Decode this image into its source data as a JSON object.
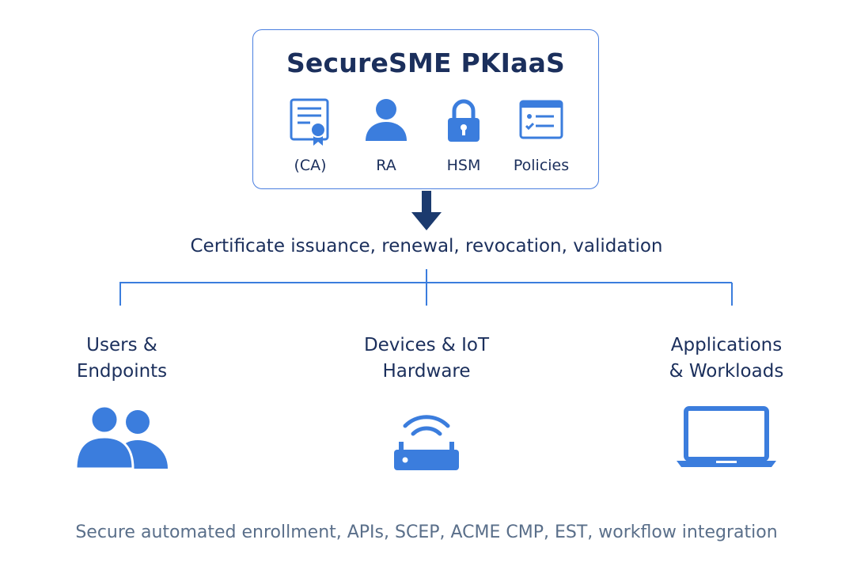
{
  "platform": {
    "title": "SecureSME PKIaaS",
    "components": [
      {
        "label": "(CA)",
        "icon": "certificate-icon"
      },
      {
        "label": "RA",
        "icon": "user-icon"
      },
      {
        "label": "HSM",
        "icon": "lock-icon"
      },
      {
        "label": "Policies",
        "icon": "policy-list-icon"
      }
    ]
  },
  "flow": {
    "label": "Certificate issuance, renewal, revocation, validation"
  },
  "targets": [
    {
      "title": "Users &\nEndpoints",
      "icon": "users-icon"
    },
    {
      "title": "Devices & IoT\nHardware",
      "icon": "router-icon"
    },
    {
      "title": "Applications\n& Workloads",
      "icon": "laptop-icon"
    }
  ],
  "footer": "Secure automated enrollment, APIs, SCEP, ACME CMP, EST, workflow integration",
  "colors": {
    "accent": "#3b7ddd",
    "title": "#1b2f5c",
    "arrow": "#1b3a6e",
    "footer": "#5a6f8a"
  }
}
